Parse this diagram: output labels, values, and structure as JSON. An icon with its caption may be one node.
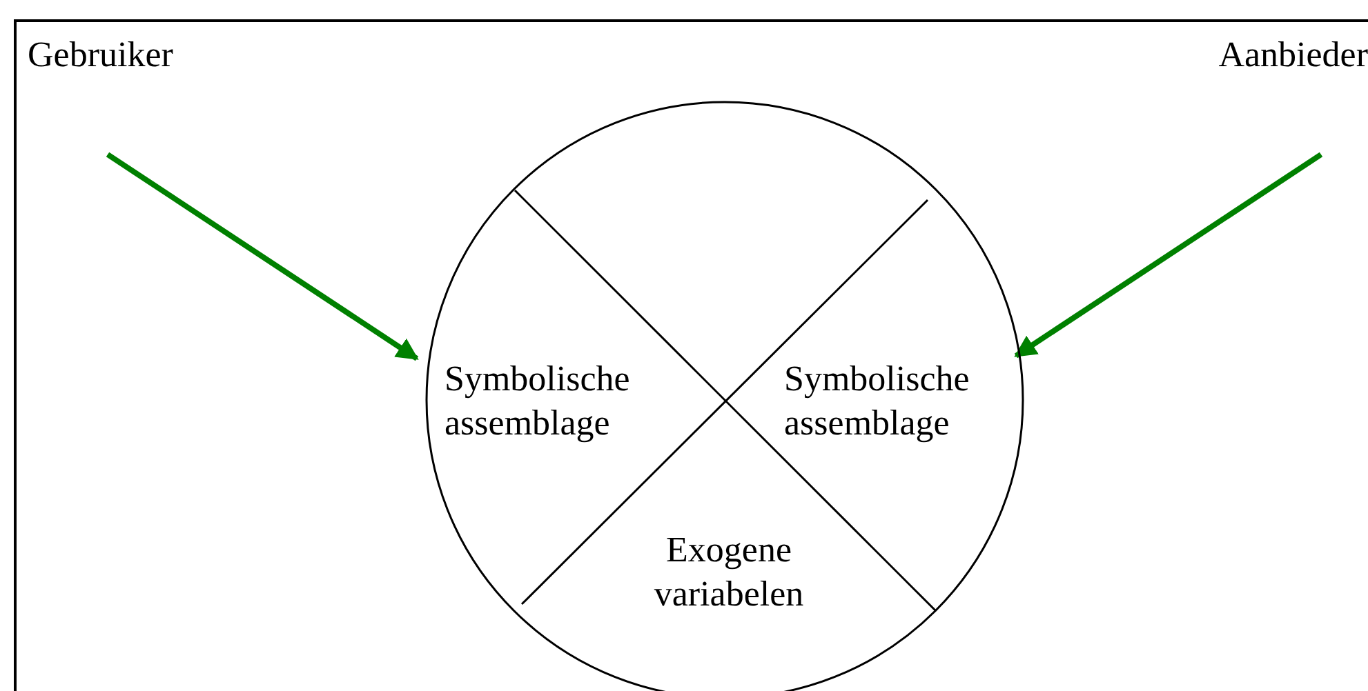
{
  "diagram": {
    "nodes": [
      {
        "text": [
          "Gebruiker"
        ]
      },
      {
        "text": [
          "Aanbieder"
        ]
      },
      {
        "text": [],
        "shape": "circle"
      },
      {
        "text": [
          "Symbolische assemblage"
        ],
        "in": 2
      },
      {
        "text": [
          "Symbolische assemblage"
        ],
        "in": 2
      },
      {
        "text": [
          "Exogene variabelen"
        ],
        "in": 2
      }
    ],
    "edges": [
      {
        "from": 0,
        "to": 3,
        "arrow": "to"
      },
      {
        "from": 1,
        "to": 4,
        "arrow": "to"
      }
    ]
  }
}
